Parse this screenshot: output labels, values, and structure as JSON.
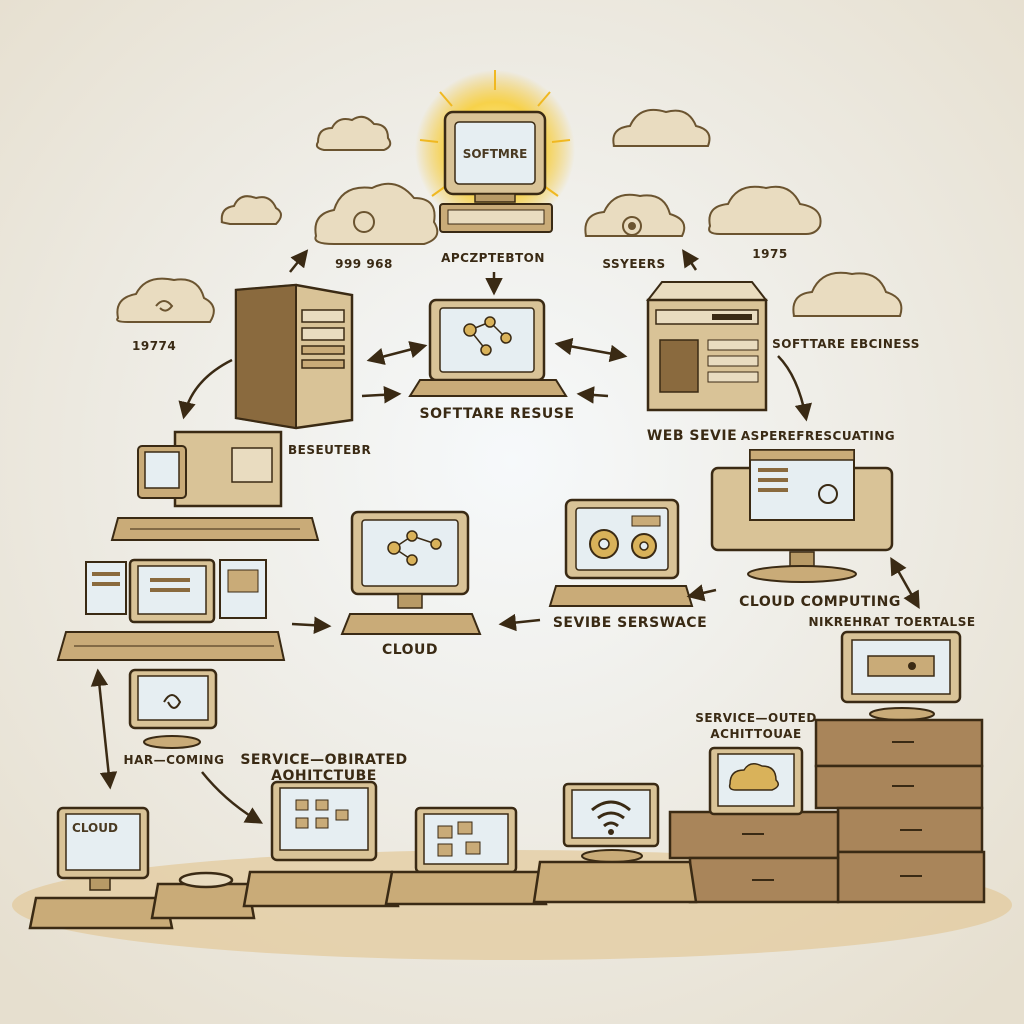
{
  "labels": {
    "screen_top": "SOFTMRE",
    "year_left_top": "999 968",
    "app_label": "APCZPTEBTON",
    "systems_label": "SSYEERS",
    "year_right_top": "1975",
    "year_left": "19774",
    "software_ebciness": "SOFTTARE EBCINESS",
    "software_resuse": "SOFTTARE RESUSE",
    "beseuter": "BESEUTEBR",
    "web_sevie": "WEB SEVIE",
    "asperfre": "ASPEREFRESCUATING",
    "cloud_computing": "CLOUD COMPUTING",
    "nikrehrat": "NIKREHRAT TOERTALSE",
    "sevibe_serswace": "SEVIBE SERSWACE",
    "cloud_mid": "CLOUD",
    "har_coming": "HAR—COMING",
    "service_obirated_1": "SERVICE—OBIRATED",
    "service_obirated_2": "AOHITCTUBE",
    "service_outed_1": "SERVICE—OUTED",
    "service_outed_2": "ACHITTOUAE",
    "cloud_bottom": "CLOUD"
  },
  "colors": {
    "ink": "#3a2a14",
    "tan": "#d9c397",
    "tan_dark": "#8a6a3e",
    "screen": "#e6eef2",
    "sun": "#f4c430",
    "paper": "#eef3f5",
    "floor": "#e3c99a"
  }
}
